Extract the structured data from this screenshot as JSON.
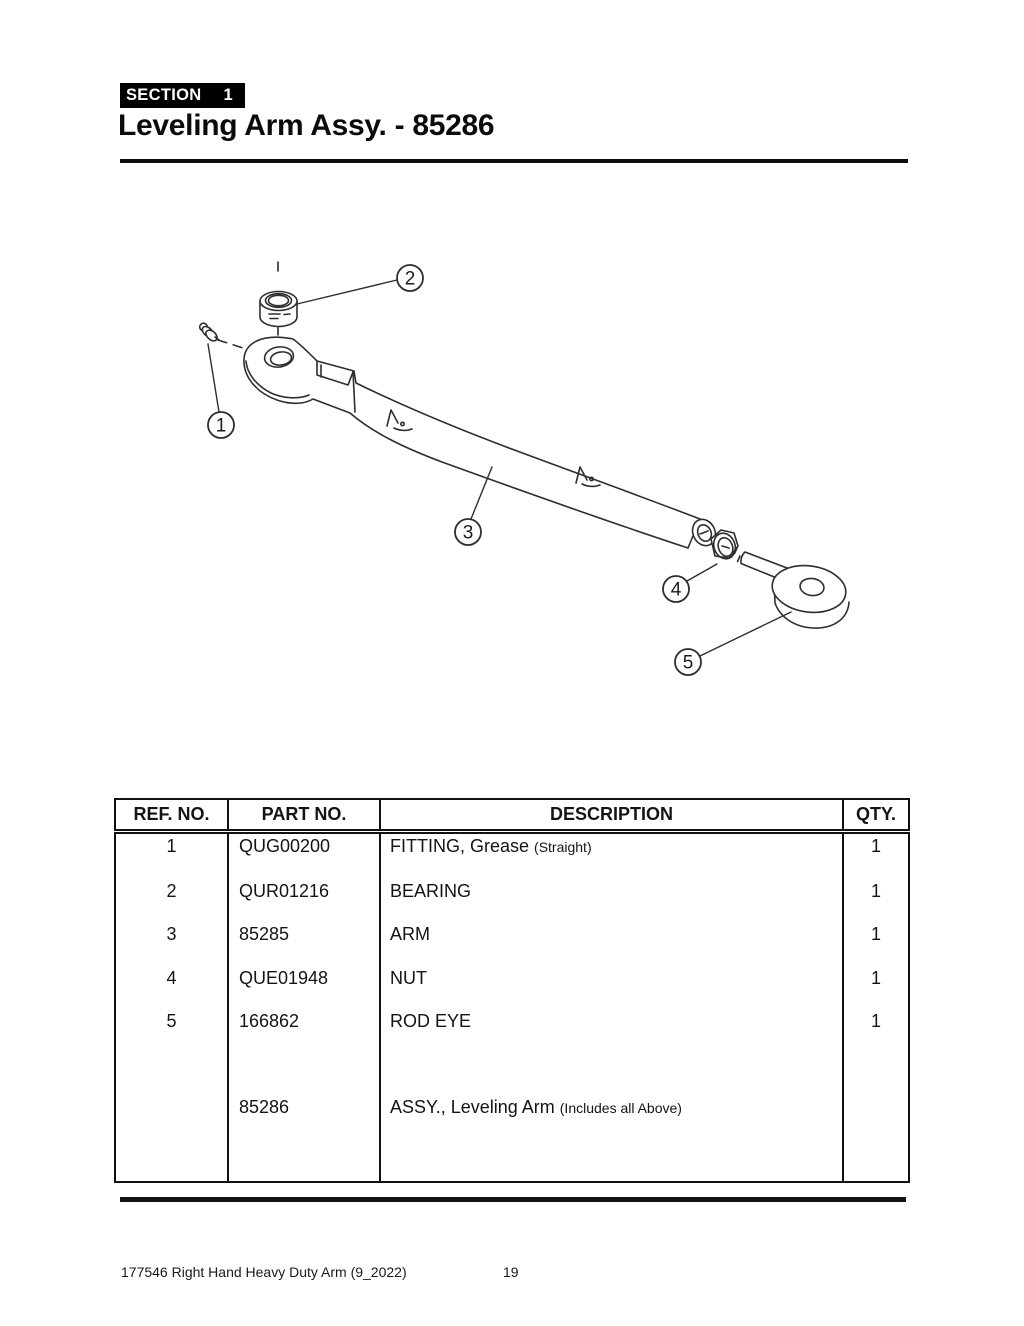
{
  "page": {
    "section_label": "SECTION",
    "section_number": "1",
    "title": "Leveling Arm Assy. - 85286"
  },
  "diagram": {
    "callouts": [
      {
        "label": "1"
      },
      {
        "label": "2"
      },
      {
        "label": "3"
      },
      {
        "label": "4"
      },
      {
        "label": "5"
      }
    ]
  },
  "parts_table": {
    "headers": {
      "ref": "REF. NO.",
      "part": "PART NO.",
      "desc": "DESCRIPTION",
      "qty": "QTY."
    },
    "rows": [
      {
        "ref": "1",
        "part": "QUG00200",
        "desc": "FITTING, Grease",
        "note": "(Straight)",
        "qty": "1"
      },
      {
        "ref": "2",
        "part": "QUR01216",
        "desc": "BEARING",
        "note": "",
        "qty": "1"
      },
      {
        "ref": "3",
        "part": "85285",
        "desc": "ARM",
        "note": "",
        "qty": "1"
      },
      {
        "ref": "4",
        "part": "QUE01948",
        "desc": "NUT",
        "note": "",
        "qty": "1"
      },
      {
        "ref": "5",
        "part": "166862",
        "desc": "ROD EYE",
        "note": "",
        "qty": "1"
      },
      {
        "ref": "",
        "part": "",
        "desc": "",
        "note": "",
        "qty": ""
      },
      {
        "ref": "",
        "part": "85286",
        "desc": "ASSY., Leveling Arm",
        "note": "(Includes all Above)",
        "qty": ""
      }
    ]
  },
  "footer": {
    "doc_ref": "177546 Right Hand Heavy Duty Arm (9_2022)",
    "page_number": "19"
  }
}
